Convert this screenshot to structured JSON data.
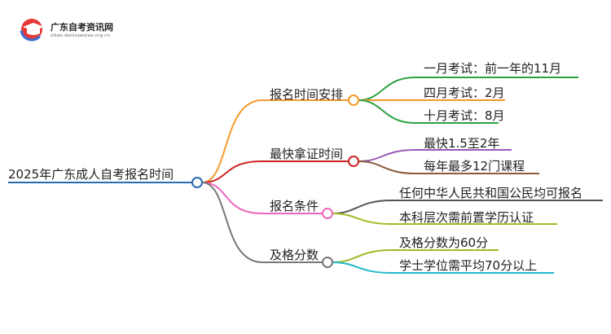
{
  "logo": {
    "name": "广东自考资讯网",
    "sub": "zikao.danluoexiao.org.cn"
  },
  "root": {
    "label": "2025年广东成人自考报名时间"
  },
  "branches": [
    {
      "label": "报名时间安排",
      "color": "#f39a2a",
      "children": [
        {
          "label": "一月考试：前一年的11月",
          "color": "#2ea043"
        },
        {
          "label": "四月考试：2月",
          "color": "#f39a2a"
        },
        {
          "label": "十月考试：8月",
          "color": "#2ea043"
        }
      ]
    },
    {
      "label": "最快拿证时间",
      "color": "#cc2222",
      "children": [
        {
          "label": "最快1.5至2年",
          "color": "#9b59b6"
        },
        {
          "label": "每年最多12门课程",
          "color": "#8b5a3c"
        }
      ]
    },
    {
      "label": "报名条件",
      "color": "#ee66bb",
      "children": [
        {
          "label": "任何中华人民共和国公民均可报名",
          "color": "#555555"
        },
        {
          "label": "本科层次需前置学历认证",
          "color": "#a8b824"
        }
      ]
    },
    {
      "label": "及格分数",
      "color": "#777777",
      "children": [
        {
          "label": "及格分数为60分",
          "color": "#a8b824"
        },
        {
          "label": "学士学位需平均70分以上",
          "color": "#22b8c8"
        }
      ]
    }
  ],
  "colors": {
    "root_line": "#2b6cb0"
  }
}
